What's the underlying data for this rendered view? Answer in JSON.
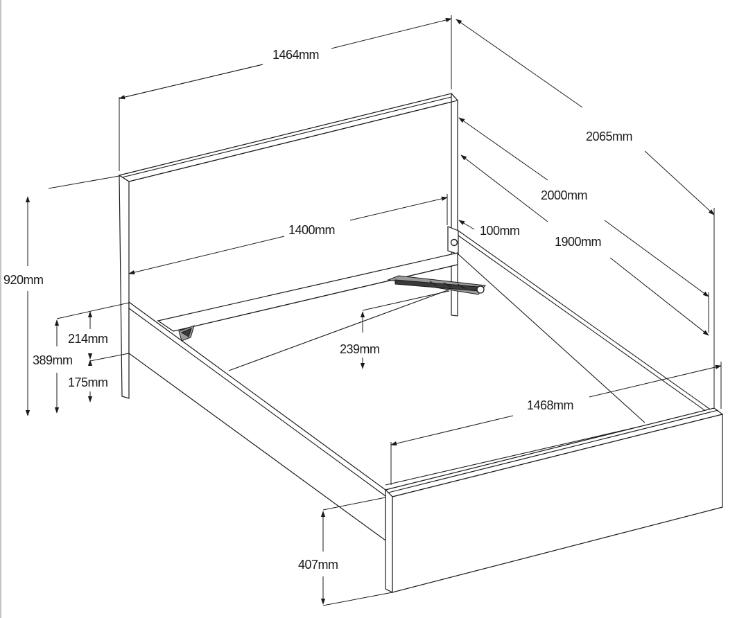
{
  "dimensions": {
    "headboard_width": "1464mm",
    "total_length": "2065mm",
    "frame_length_outer": "2000mm",
    "headboard_thickness": "100mm",
    "mattress_length": "1900mm",
    "inner_width": "1400mm",
    "total_height": "920mm",
    "side_rail_height": "214mm",
    "frame_height": "389mm",
    "ground_clearance": "175mm",
    "slat_depth": "239mm",
    "footboard_width": "1468mm",
    "footboard_height": "407mm"
  }
}
